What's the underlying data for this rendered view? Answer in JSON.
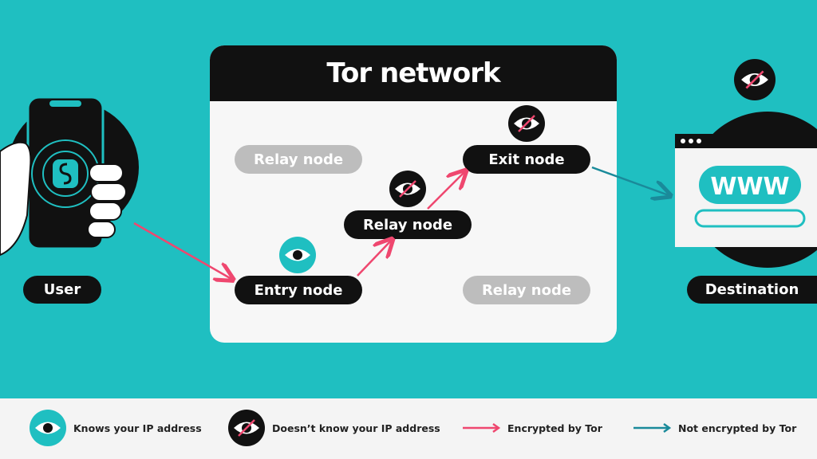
{
  "diagram": {
    "title": "Tor network",
    "nodes": {
      "relay_top_left": "Relay node",
      "exit": "Exit node",
      "relay_middle": "Relay node",
      "entry": "Entry node",
      "relay_bottom_right": "Relay node"
    },
    "user_label": "User",
    "destination_label": "Destination",
    "browser_text": "WWW"
  },
  "legend": {
    "knows_ip": "Knows your IP address",
    "doesnt_know_ip": "Doesn’t know your IP address",
    "encrypted": "Encrypted by Tor",
    "not_encrypted": "Not encrypted by Tor"
  },
  "colors": {
    "background": "#1fbfc1",
    "encrypted_arrow": "#ef476f",
    "not_encrypted_arrow": "#1a8a9a",
    "dark": "#111111"
  },
  "icons": [
    "phone-icon",
    "hand-icon",
    "surfshark-logo-icon",
    "eye-icon",
    "eye-crossed-icon",
    "browser-window-icon"
  ]
}
